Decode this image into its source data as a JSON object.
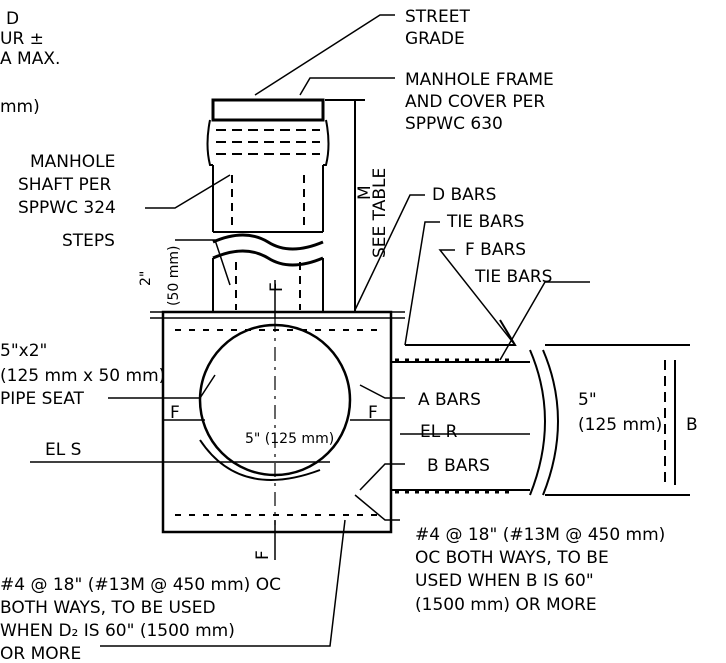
{
  "labels": {
    "top_left_1": "D",
    "top_left_2": "UR ±",
    "top_left_3": "A MAX.",
    "top_left_4": "mm)",
    "street_grade_1": "STREET",
    "street_grade_2": "GRADE",
    "frame_1": "MANHOLE FRAME",
    "frame_2": "AND COVER PER",
    "frame_3": "SPPWC 630",
    "shaft_1": "MANHOLE",
    "shaft_2": "SHAFT PER",
    "shaft_3": "SPPWC 324",
    "m": "M",
    "see_table": "SEE TABLE",
    "steps": "STEPS",
    "dim_2in": "2\"",
    "dim_50mm": "(50 mm)",
    "d_bars": "D BARS",
    "tie_bars_1": "TIE BARS",
    "f_bars": "F BARS",
    "tie_bars_2": "TIE BARS",
    "f_top": "F",
    "f_left": "F",
    "f_right": "F",
    "f_bottom": "F",
    "seat_1": "5\"x2\"",
    "seat_2": "(125 mm x 50 mm)",
    "seat_3": "PIPE SEAT",
    "inner_dim": "5\" (125 mm)",
    "el_s": "EL S",
    "el_r": "EL R",
    "a_bars": "A BARS",
    "b_bars": "B BARS",
    "dim_5in": "5\"",
    "dim_125mm": "(125 mm)",
    "b_label": "B",
    "note_right_1": "#4 @ 18\" (#13M @ 450 mm)",
    "note_right_2": "OC BOTH WAYS, TO BE",
    "note_right_3": "USED WHEN B IS 60\"",
    "note_right_4": "(1500 mm) OR MORE",
    "note_left_1": "#4 @ 18\" (#13M @ 450 mm) OC",
    "note_left_2": "BOTH WAYS, TO BE USED",
    "note_left_3": "WHEN D₂ IS 60\" (1500 mm)",
    "note_left_4": "OR MORE"
  }
}
